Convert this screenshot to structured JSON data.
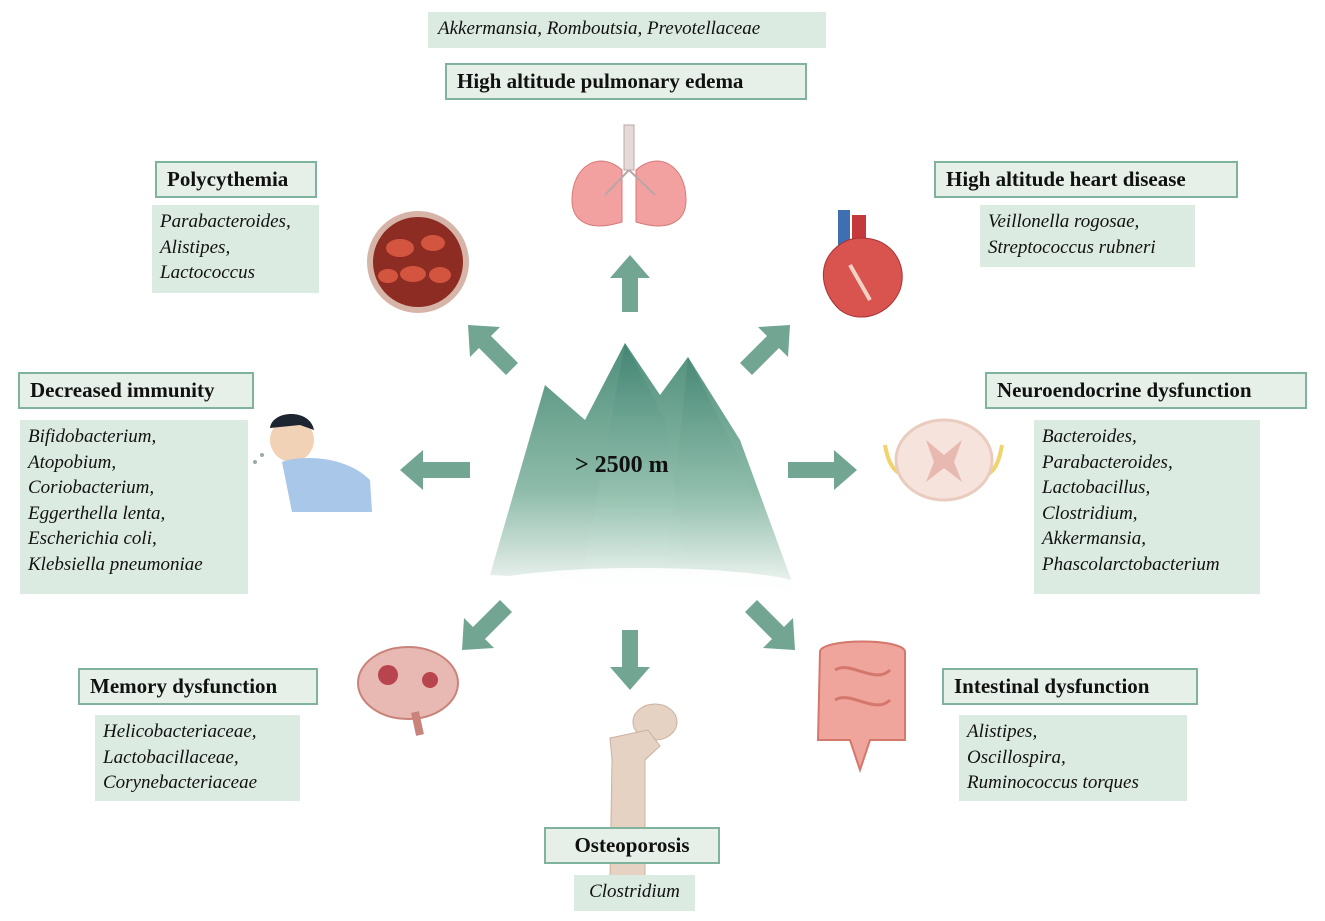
{
  "center_label": "> 2500 m",
  "conditions": {
    "pulmonary": {
      "title": "High altitude pulmonary edema",
      "bacteria": [
        "Akkermansia, Romboutsia, Prevotellaceae"
      ]
    },
    "polycythemia": {
      "title": "Polycythemia",
      "bacteria": [
        "Parabacteroides,",
        "Alistipes,",
        "Lactococcus"
      ]
    },
    "heart": {
      "title": "High altitude heart disease",
      "bacteria": [
        "Veillonella rogosae,",
        "Streptococcus rubneri"
      ]
    },
    "immunity": {
      "title": "Decreased immunity",
      "bacteria": [
        "Bifidobacterium,",
        "Atopobium,",
        "Coriobacterium,",
        "Eggerthella lenta,",
        "Escherichia coli,",
        "Klebsiella pneumoniae"
      ]
    },
    "neuro": {
      "title": "Neuroendocrine dysfunction",
      "bacteria": [
        "Bacteroides,",
        "Parabacteroides,",
        "Lactobacillus,",
        "Clostridium,",
        "Akkermansia,",
        "Phascolarctobacterium"
      ]
    },
    "memory": {
      "title": "Memory dysfunction",
      "bacteria": [
        "Helicobacteriaceae,",
        "Lactobacillaceae,",
        "Corynebacteriaceae"
      ]
    },
    "intestinal": {
      "title": "Intestinal dysfunction",
      "bacteria": [
        "Alistipes,",
        "Oscillospira,",
        "Ruminococcus torques"
      ]
    },
    "osteoporosis": {
      "title": "Osteoporosis",
      "bacteria": [
        "Clostridium"
      ]
    }
  },
  "colors": {
    "box_border": "#7fb39d",
    "box_fill": "#dcebe1",
    "arrow": "#6fa08c",
    "mountain": "#5e9a87"
  }
}
